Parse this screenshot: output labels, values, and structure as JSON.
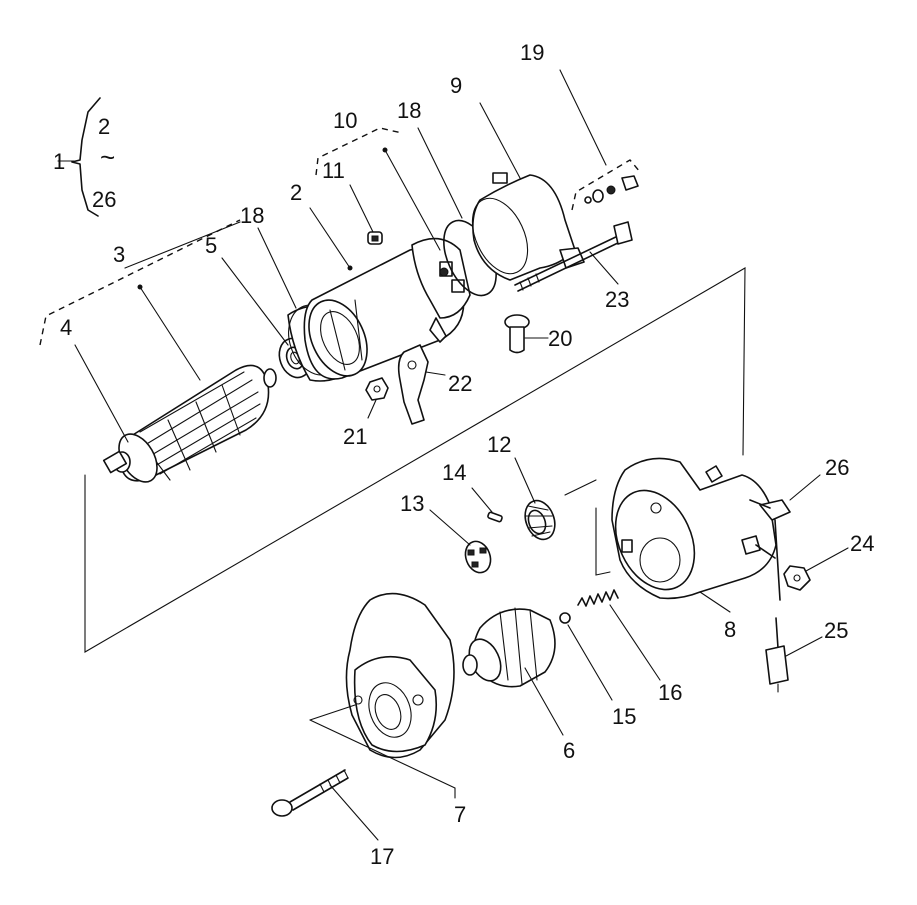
{
  "labels": {
    "l1": "1",
    "l2a": "2",
    "l26a": "26",
    "l2b": "2",
    "l3": "3",
    "l4": "4",
    "l5": "5",
    "l6": "6",
    "l7": "7",
    "l8": "8",
    "l9": "9",
    "l10": "10",
    "l11": "11",
    "l12": "12",
    "l13": "13",
    "l14": "14",
    "l15": "15",
    "l16": "16",
    "l17": "17",
    "l18a": "18",
    "l18b": "18",
    "l19": "19",
    "l20": "20",
    "l21": "21",
    "l22": "22",
    "l23": "23",
    "l24": "24",
    "l25": "25",
    "l26b": "26",
    "tilde": "~"
  }
}
